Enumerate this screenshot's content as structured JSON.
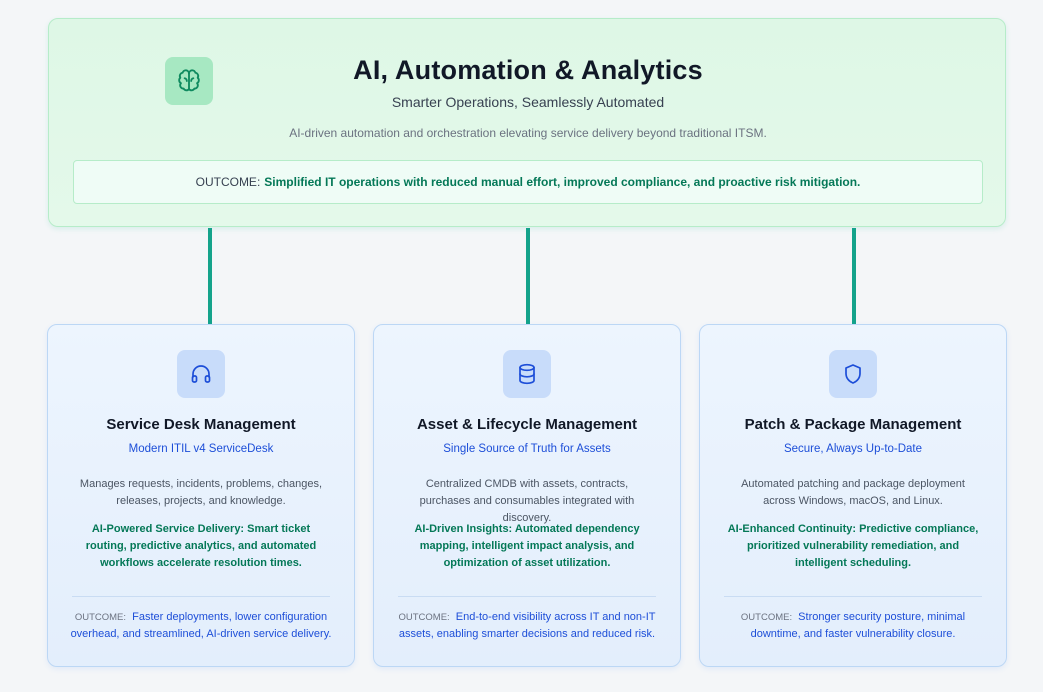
{
  "header": {
    "icon": "brain-icon",
    "title": "AI, Automation & Analytics",
    "subtitle": "Smarter Operations, Seamlessly Automated",
    "description": "AI-driven automation and orchestration elevating service delivery beyond traditional ITSM.",
    "outcome_label": "OUTCOME:",
    "outcome_text": "Simplified IT operations with reduced manual effort, improved compliance, and proactive risk mitigation."
  },
  "cards": [
    {
      "icon": "headphones-icon",
      "title": "Service Desk Management",
      "subtitle": "Modern ITIL v4 ServiceDesk",
      "description": "Manages requests, incidents, problems, changes, releases, projects, and knowledge.",
      "ai_text": "AI-Powered Service Delivery: Smart ticket routing, predictive analytics, and automated workflows accelerate resolution times.",
      "outcome_label": "OUTCOME:",
      "outcome_text": "Faster deployments, lower configuration overhead, and streamlined, AI-driven service delivery."
    },
    {
      "icon": "database-icon",
      "title": "Asset & Lifecycle Management",
      "subtitle": "Single Source of Truth for Assets",
      "description": "Centralized CMDB with assets, contracts, purchases and consumables integrated with discovery.",
      "ai_text": "AI-Driven Insights: Automated dependency mapping, intelligent impact analysis, and optimization of asset utilization.",
      "outcome_label": "OUTCOME:",
      "outcome_text": "End-to-end visibility across IT and non-IT assets, enabling smarter decisions and reduced risk."
    },
    {
      "icon": "shield-icon",
      "title": "Patch & Package Management",
      "subtitle": "Secure, Always Up-to-Date",
      "description": "Automated patching and package deployment across Windows, macOS, and Linux.",
      "ai_text": "AI-Enhanced Continuity: Predictive compliance, prioritized vulnerability remediation, and intelligent scheduling.",
      "outcome_label": "OUTCOME:",
      "outcome_text": "Stronger security posture, minimal downtime, and faster vulnerability closure."
    }
  ],
  "colors": {
    "connector": "#14a38b",
    "header_accent": "#047857",
    "card_accent": "#1d4ed8"
  }
}
